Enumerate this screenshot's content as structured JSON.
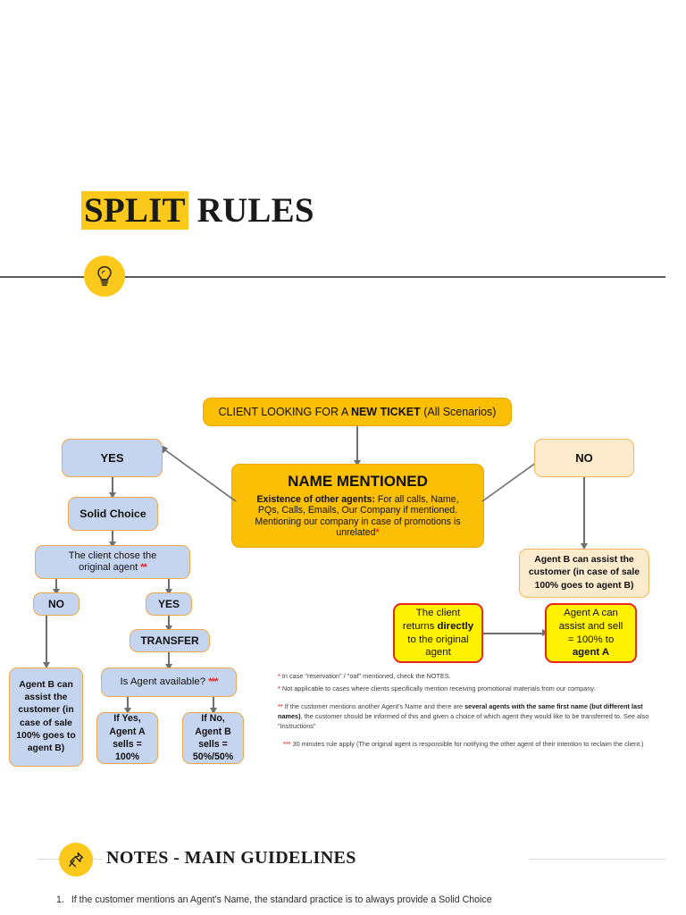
{
  "header": {
    "title_highlight": "SPLIT",
    "title_rest": " RULES",
    "bulb_icon": "lightbulb-icon"
  },
  "flow": {
    "top": {
      "text_a": "CLIENT LOOKING FOR A ",
      "text_b": "NEW TICKET",
      "text_c": " (All Scenarios)"
    },
    "center": {
      "heading": "NAME MENTIONED",
      "lead": "Existence of other agents:",
      "body_line1": " For all calls, Name,",
      "body_line2": "PQs, Calls, Emails, Our Company if mentioned.",
      "body_line3": "Mentioning our company in case of promotions is",
      "body_line4": "unrelated",
      "body_marker": "*"
    },
    "left": {
      "yes": "YES",
      "solid_choice": "Solid Choice",
      "chose_original_l1": "The client chose the",
      "chose_original_l2": "original agent ",
      "chose_original_marker": "**",
      "no": "NO",
      "yes2": "YES",
      "transfer": "TRANSFER",
      "agent_b_assist": "Agent B can assist the customer (in case of sale 100% goes to agent B)",
      "is_agent_available": "Is Agent available? ",
      "is_agent_available_marker": "***",
      "if_yes": "If Yes, Agent A sells = 100%",
      "if_no": "If No, Agent B sells = 50%/50%"
    },
    "right": {
      "no": "NO",
      "agent_b_assist": "Agent B can assist the customer (in case of sale 100% goes to agent B)",
      "client_returns_l1": "The client",
      "client_returns_l2a": "returns ",
      "client_returns_l2b": "directly",
      "client_returns_l3": "to the original",
      "client_returns_l4": "agent",
      "agent_a_l1": "Agent A can",
      "agent_a_l2": "assist and sell",
      "agent_a_l3": "= 100% to",
      "agent_a_l4": "agent A"
    }
  },
  "footnotes": {
    "one_marker": "*",
    "one": " In case \"reservation\" / \"oaf\" mentioned, check the NOTES.",
    "two_marker": "*",
    "two": " Not applicable to cases where clients specifically mention receiving promotional materials from our company.",
    "three_marker": "**",
    "three_a": " If the customer mentions another Agent's Name and there are ",
    "three_bold": "several agents with the same first name (but different last names)",
    "three_b": ", the customer should be informed of this and given a choice of which agent they would like to be transferred to. See also \"Instructions\"",
    "four_marker": "***",
    "four": " 30 minutes rule apply (The original agent is responsible for notifying the other agent of their intention to reclaim the client.)"
  },
  "notes_section": {
    "pin_icon": "pushpin-icon",
    "title": "NOTES - MAIN GUIDELINES",
    "item_number": "1.",
    "item_text": "If the customer mentions an Agent's Name, the standard practice is to always provide a Solid Choice"
  },
  "colors": {
    "brand_yellow": "#fbc91b",
    "node_gold": "#fbbf06",
    "node_blue": "#c6d5ef",
    "node_cream": "#fdebcd",
    "node_yellow": "#fff200",
    "node_red_border": "#e8251f",
    "arrow_gray": "#6e6e6e"
  }
}
